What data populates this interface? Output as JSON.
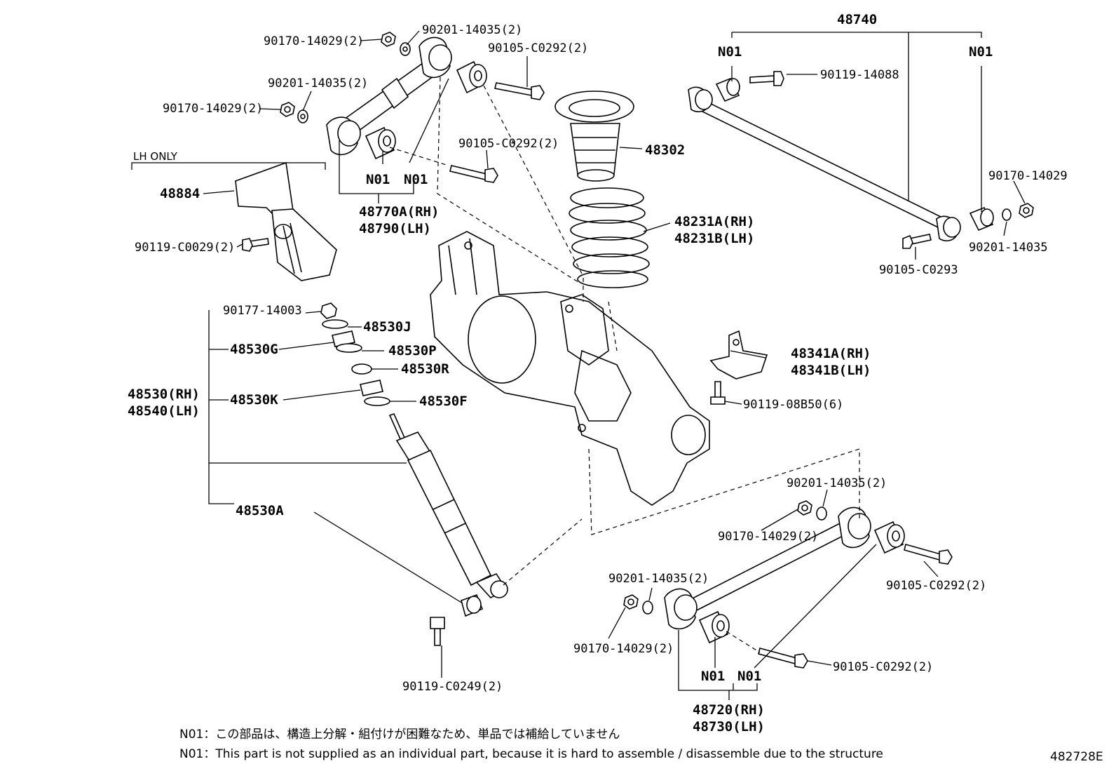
{
  "diagram_id": "482728E",
  "labels": {
    "l_90170_a": "90170-14029(2)",
    "l_90201_a": "90201-14035(2)",
    "l_90201_b": "90201-14035(2)",
    "l_90170_b": "90170-14029(2)",
    "l_90105_a": "90105-C0292(2)",
    "l_90105_b": "90105-C0292(2)",
    "l_lh_only": "LH ONLY",
    "l_48884": "48884",
    "l_90119_c0029": "90119-C0029(2)",
    "l_n01_a": "N01",
    "l_n01_b": "N01",
    "l_48770a": "48770A(RH)",
    "l_48790": "48790(LH)",
    "l_48302": "48302",
    "l_48231a": "48231A(RH)",
    "l_48231b": "48231B(LH)",
    "l_48740": "48740",
    "l_n01_c": "N01",
    "l_n01_d": "N01",
    "l_90119_14088": "90119-14088",
    "l_90170_c": "90170-14029",
    "l_90201_c": "90201-14035",
    "l_90105_c0293": "90105-C0293",
    "l_90177": "90177-14003",
    "l_48530j": "48530J",
    "l_48530g": "48530G",
    "l_48530p": "48530P",
    "l_48530r": "48530R",
    "l_48530rh": "48530(RH)",
    "l_48540lh": "48540(LH)",
    "l_48530k": "48530K",
    "l_48530f": "48530F",
    "l_48530a": "48530A",
    "l_48341a": "48341A(RH)",
    "l_48341b": "48341B(LH)",
    "l_90119_08b50": "90119-08B50(6)",
    "l_90201_d": "90201-14035(2)",
    "l_90170_d": "90170-14029(2)",
    "l_90105_d": "90105-C0292(2)",
    "l_90201_e": "90201-14035(2)",
    "l_90170_e": "90170-14029(2)",
    "l_90105_e": "90105-C0292(2)",
    "l_n01_e": "N01",
    "l_n01_f": "N01",
    "l_48720": "48720(RH)",
    "l_48730": "48730(LH)",
    "l_90119_c0249": "90119-C0249(2)"
  },
  "notes": {
    "jp": "N01：この部品は、構造上分解・組付けが困難なため、単品では補給していません",
    "en": "N01：This part is not supplied as an individual part, because it is hard to assemble / disassemble due to the structure"
  }
}
